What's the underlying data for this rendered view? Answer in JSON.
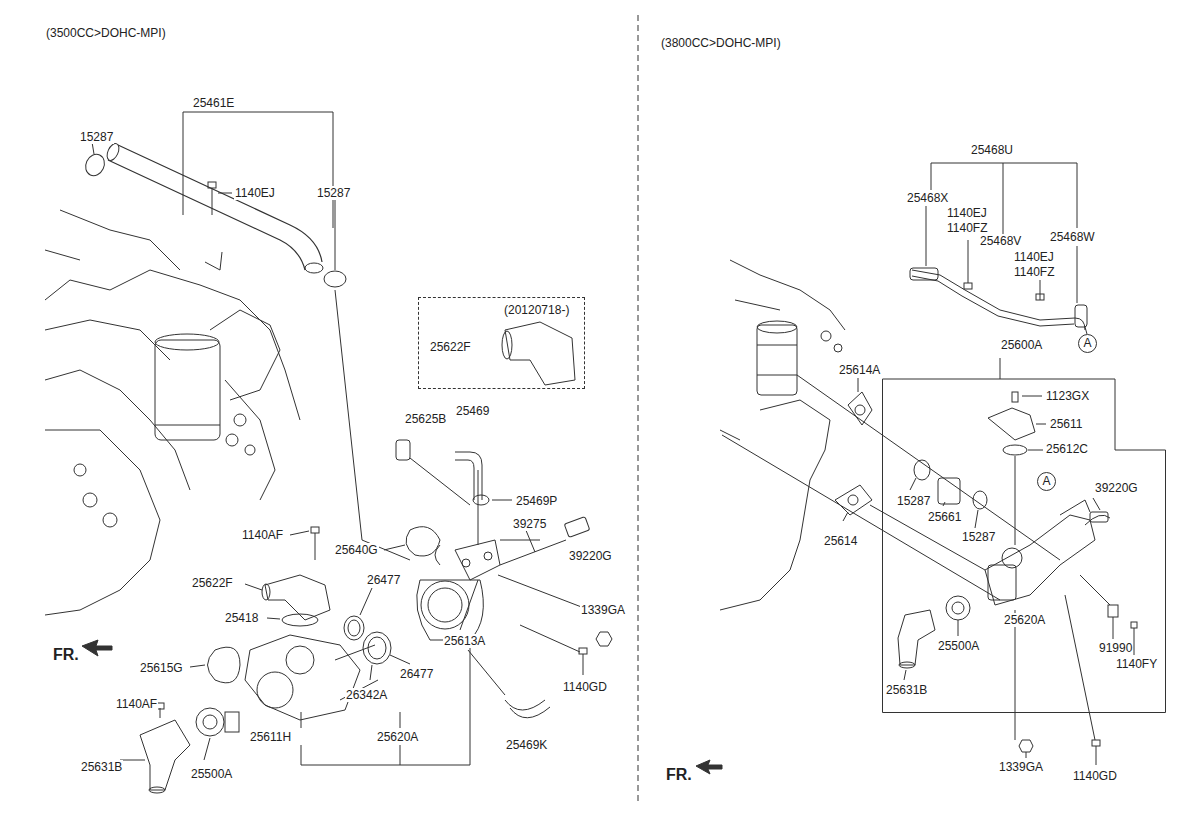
{
  "diagram": {
    "nodes": [
      {
        "text": [
          "(20120718-)",
          "25622F"
        ]
      },
      {
        "text": [
          "25600A"
        ]
      },
      {
        "text": [
          "A"
        ]
      },
      {
        "text": [
          "A"
        ],
        "in": 1
      }
    ],
    "labels": [
      "(3500CC>DOHC-MPI)",
      "25461E",
      "15287",
      "1140EJ",
      "15287",
      "25625B",
      "25469",
      "25469P",
      "39275",
      "39220G",
      "1140AF",
      "25640G",
      "26477",
      "25622F",
      "25418",
      "25613A",
      "1339GA",
      "25615G",
      "26342A",
      "26477",
      "1140GD",
      "1140AF",
      "25611H",
      "25620A",
      "25469K",
      "25631B",
      "25500A",
      "FR.",
      "(3800CC>DOHC-MPI)",
      "25468U",
      "25468X",
      "1140EJ",
      "1140FZ",
      "25468V",
      "25468W",
      "1140EJ",
      "1140FZ",
      "25614A",
      "1123GX",
      "25611",
      "25612C",
      "39220G",
      "15287",
      "25661",
      "15287",
      "25614",
      "25631B",
      "25500A",
      "25620A",
      "91990",
      "1140FY",
      "1339GA",
      "1140GD",
      "FR."
    ]
  }
}
